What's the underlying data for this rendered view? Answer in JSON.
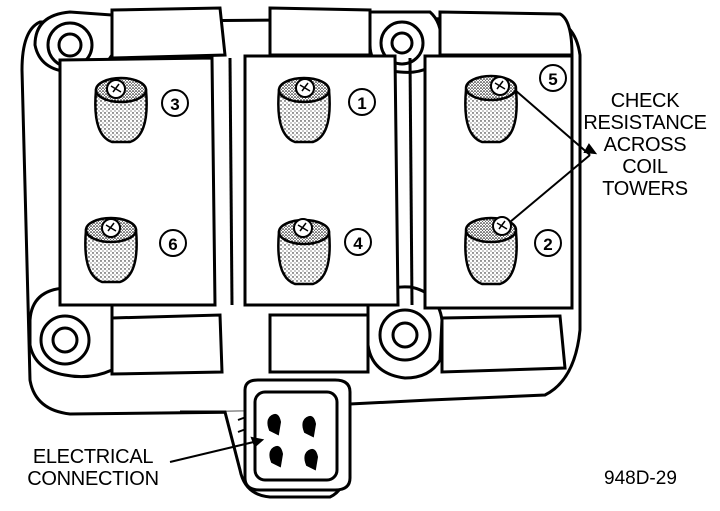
{
  "diagram": {
    "towers_top": [
      "3",
      "1",
      "5"
    ],
    "towers_bottom": [
      "6",
      "4",
      "2"
    ],
    "callout_check": [
      "CHECK",
      "RESISTANCE",
      "ACROSS",
      "COIL",
      "TOWERS"
    ],
    "callout_connection": [
      "ELECTRICAL",
      "CONNECTION"
    ],
    "figure_id": "948D-29"
  },
  "colors": {
    "ink": "#000000",
    "paper": "#ffffff",
    "stipple": "#9a9a9a"
  }
}
